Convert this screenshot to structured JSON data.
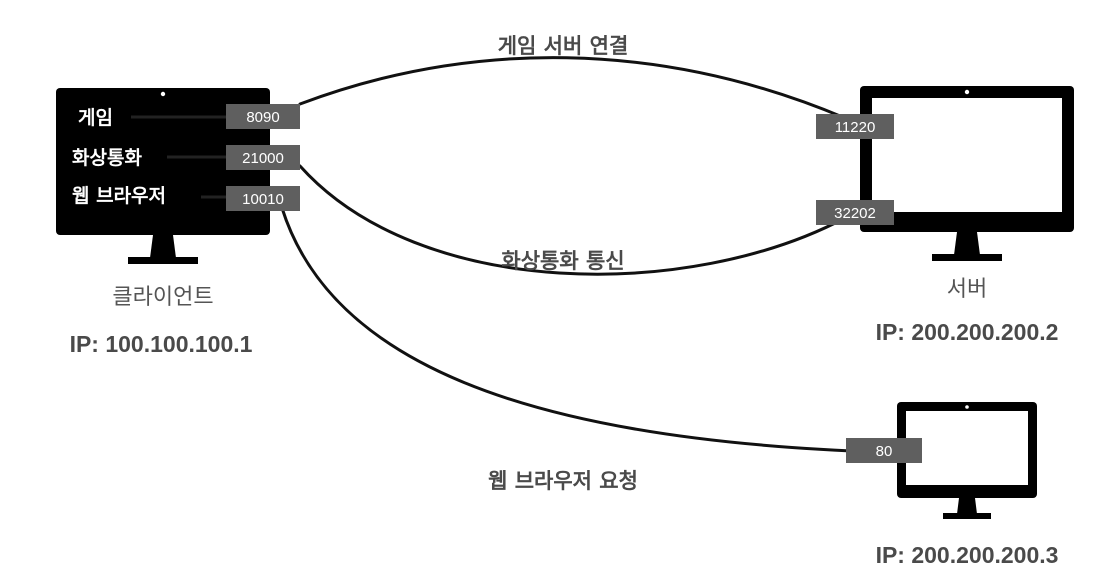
{
  "client": {
    "name": "클라이언트",
    "ip": "IP: 100.100.100.1",
    "apps": [
      {
        "name": "게임",
        "port": "8090"
      },
      {
        "name": "화상통화",
        "port": "21000"
      },
      {
        "name": "웹 브라우저",
        "port": "10010"
      }
    ]
  },
  "server": {
    "name": "서버",
    "ip": "IP: 200.200.200.2",
    "ports": [
      "11220",
      "32202"
    ]
  },
  "web_server": {
    "ip": "IP: 200.200.200.3",
    "port": "80"
  },
  "connections": {
    "game": "게임 서버 연결",
    "video_call": "화상통화 통신",
    "web": "웹 브라우저 요청"
  },
  "colors": {
    "monitor": "#000000",
    "port_box": "#5f5f5f",
    "label_text": "#4a4a4a"
  }
}
